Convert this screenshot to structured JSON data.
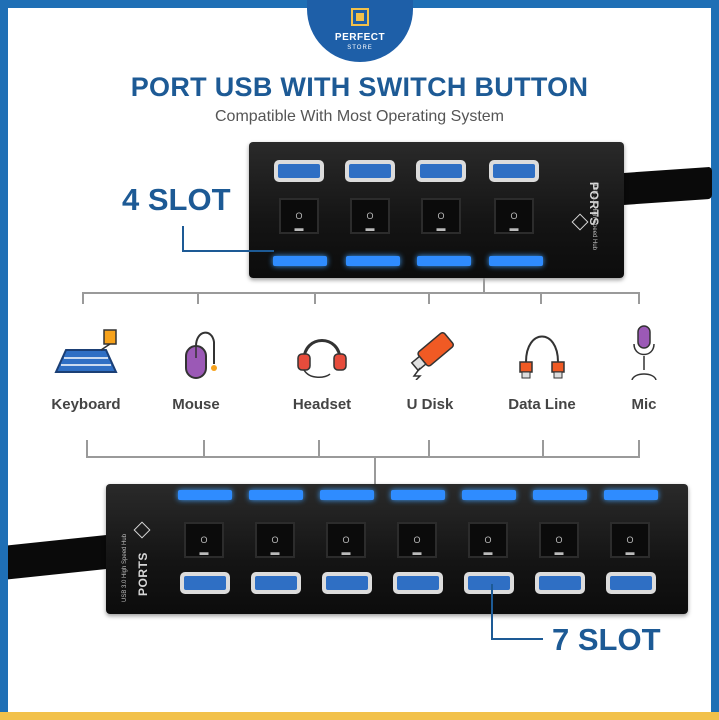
{
  "brand": {
    "name": "PERFECT",
    "tagline": "STORE"
  },
  "title": "PORT USB WITH SWITCH BUTTON",
  "subtitle": "Compatible With Most Operating System",
  "hub_label": {
    "ports": "PORTS",
    "model": "USB 3.0 High Speed Hub"
  },
  "top_hub": {
    "slot_label": "4 SLOT",
    "ports": 4
  },
  "bottom_hub": {
    "slot_label": "7 SLOT",
    "ports": 7
  },
  "devices": [
    {
      "label": "Keyboard",
      "icon": "keyboard-icon"
    },
    {
      "label": "Mouse",
      "icon": "mouse-icon"
    },
    {
      "label": "Headset",
      "icon": "headset-icon"
    },
    {
      "label": "U Disk",
      "icon": "usb-disk-icon"
    },
    {
      "label": "Data Line",
      "icon": "data-cable-icon"
    },
    {
      "label": "Mic",
      "icon": "microphone-icon"
    }
  ],
  "colors": {
    "accent": "#1d5a95",
    "frame": "#1f6fb5",
    "frame_bottom": "#f2c14a",
    "led": "#2f8cff",
    "port": "#2f6fc4",
    "icon_orange": "#f05a24",
    "icon_purple": "#9b59b6"
  }
}
